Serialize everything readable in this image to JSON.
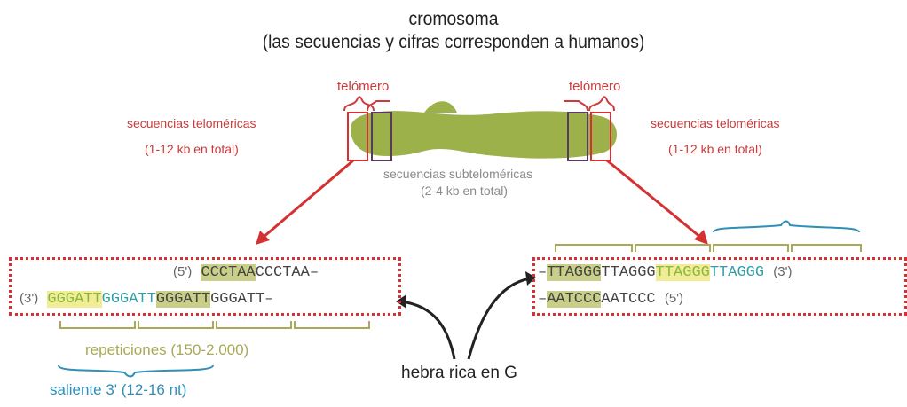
{
  "title": {
    "line1": "cromosoma",
    "line2": "(las secuencias y cifras corresponden a humanos)"
  },
  "labels": {
    "telomere_left": "telómero",
    "telomere_right": "telómero",
    "telomeric_left_1": "secuencias teloméricas",
    "telomeric_left_2": "(1-12 kb en total)",
    "telomeric_right_1": "secuencias teloméricas",
    "telomeric_right_2": "(1-12 kb en total)",
    "subtelomeric_1": "secuencias subteloméricas",
    "subtelomeric_2": "(2-4 kb en total)",
    "repeats": "repeticiones (150-2.000)",
    "overhang": "saliente 3' (12-16 nt)",
    "g_strand": "hebra rica en G"
  },
  "left_seq": {
    "top_prime": "(5')",
    "top_hl": "CCCTAA",
    "top_rest": "CCCTAA–",
    "bot_prime": "(3')",
    "bot_1": "GGGATT",
    "bot_2": "GGGATT",
    "bot_3": "GGGATT",
    "bot_4": "GGGATT–"
  },
  "right_seq": {
    "top_dash": "–",
    "top_1": "TTAGGG",
    "top_2": "TTAGGG",
    "top_3": "TTAGGG",
    "top_4": "TTAGGG",
    "top_prime": "(3')",
    "bot_dash": "–",
    "bot_1": "AATCCC",
    "bot_2": "AATCCC",
    "bot_prime": "(5')"
  },
  "colors": {
    "chromosome": "#9cb14a",
    "red": "#cc3a3a",
    "olive": "#a9a95a",
    "blue": "#2e8fb8",
    "dark_box": "#5a3a5a"
  }
}
